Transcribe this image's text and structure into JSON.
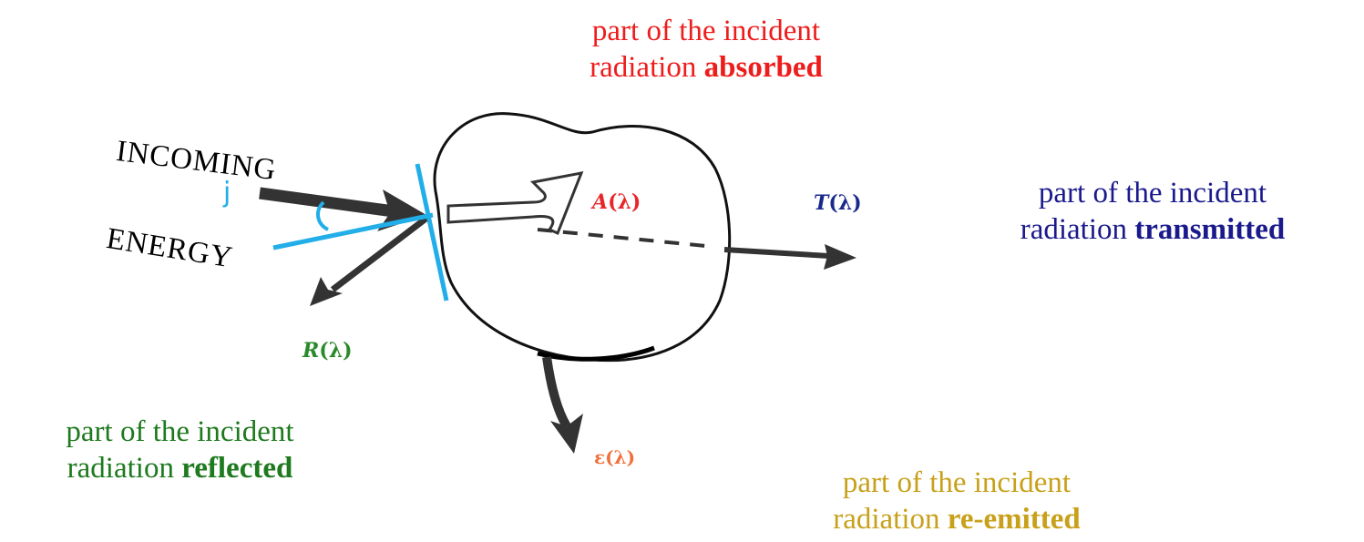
{
  "labels": {
    "incoming": "INCOMING",
    "energy": "ENERGY",
    "angle": "j"
  },
  "captions": {
    "absorbed": {
      "prefix": "part of the incident",
      "line2": "radiation",
      "keyword": "absorbed",
      "color": "#ee1c1c"
    },
    "transmitted": {
      "prefix": "part of the incident",
      "line2": "radiation",
      "keyword": "transmitted",
      "color": "#1a1a8c"
    },
    "reflected": {
      "prefix": "part of the incident",
      "line2": "radiation",
      "keyword": "reflected",
      "color": "#1e7a1e"
    },
    "reemitted": {
      "prefix": "part of the incident",
      "line2": "radiation",
      "keyword": "re-emitted",
      "color": "#c8a01a"
    }
  },
  "symbols": {
    "absorptance": {
      "letter": "A",
      "arg": "(λ)",
      "color": "#e8262a"
    },
    "transmittance": {
      "letter": "T",
      "arg": "(λ)",
      "color": "#1a2a8c"
    },
    "reflectance": {
      "letter": "R",
      "arg": "(λ)",
      "color": "#2a8a2a"
    },
    "emittance": {
      "letter": "ε",
      "arg": "(λ)",
      "color": "#f0703a"
    }
  },
  "colors": {
    "surface_line": "#22aee8",
    "arrow": "#333333",
    "body_outline": "#111111"
  }
}
